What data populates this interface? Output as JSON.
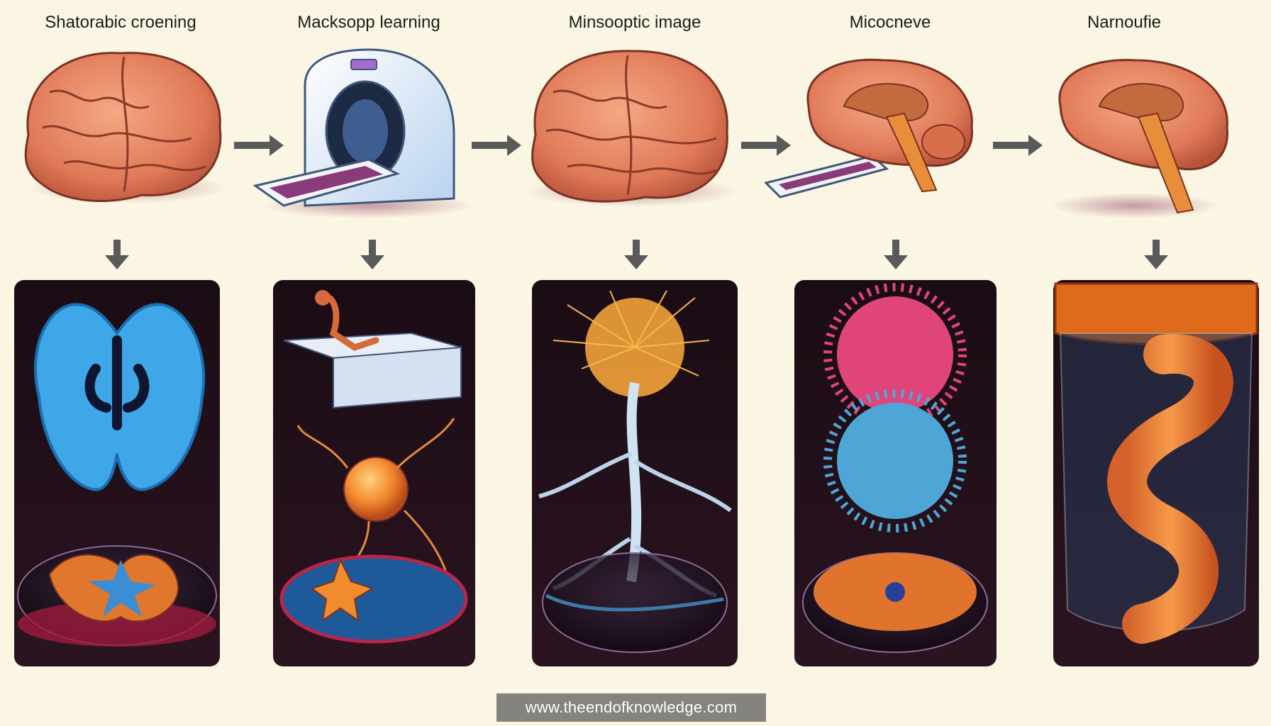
{
  "stages": [
    {
      "title": "Shatorabic croening"
    },
    {
      "title": "Macksopp learning"
    },
    {
      "title": "Minsooptic image"
    },
    {
      "title": "Micocneve"
    },
    {
      "title": "Narnoufie"
    }
  ],
  "watermark": "www.theendofknowledge.com",
  "colors": {
    "background": "#fbf6e3",
    "brain": "#e98a65",
    "panel": "#1c0f17",
    "arrow": "#5a5a5a",
    "blue_scan": "#3fa6e8",
    "orange_cell": "#f28a2e",
    "pink_cell": "#e0457a"
  },
  "icons": [
    "brain-icon",
    "mri-scanner-icon",
    "neuron-icon",
    "cell-cluster-icon",
    "tissue-dish-icon",
    "arrow-right-icon",
    "arrow-down-icon"
  ]
}
